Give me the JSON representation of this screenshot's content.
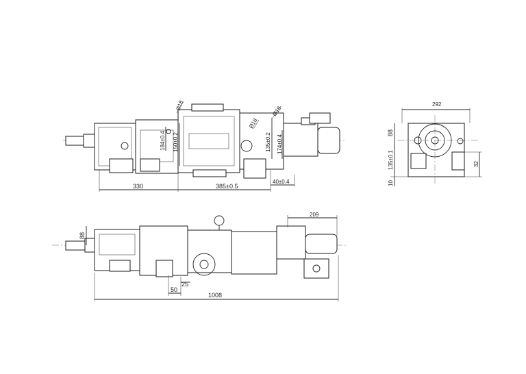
{
  "top_view": {
    "dimensions": [
      "330",
      "385±0.5",
      "40±0.4",
      "150±0.2",
      "184±0.4",
      "135±0.2",
      "174±0.4"
    ],
    "diameters": [
      "Ø18",
      "Ø18",
      "Ø18"
    ]
  },
  "end_view": {
    "dimensions": [
      "292",
      "88",
      "135±0.1",
      "10",
      "32"
    ]
  },
  "side_view": {
    "dimensions": [
      "88",
      "209",
      "25",
      "50",
      "1008"
    ]
  }
}
